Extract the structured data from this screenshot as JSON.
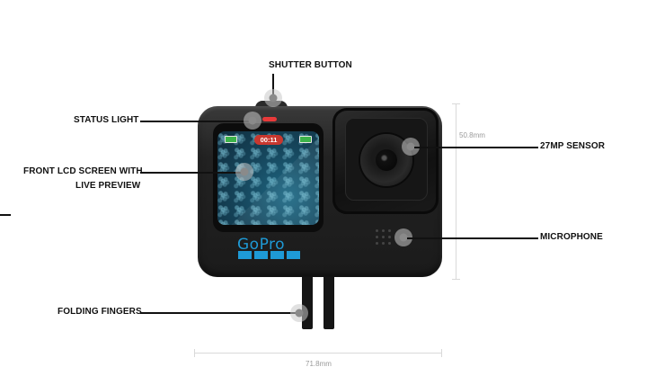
{
  "diagram": {
    "subject": "GoPro action camera front view",
    "callouts": [
      {
        "id": "shutter-button",
        "label": "SHUTTER BUTTON"
      },
      {
        "id": "status-light",
        "label": "STATUS LIGHT"
      },
      {
        "id": "front-lcd",
        "label_line1": "FRONT LCD SCREEN WITH",
        "label_line2": "LIVE PREVIEW"
      },
      {
        "id": "sensor",
        "label": "27MP SENSOR"
      },
      {
        "id": "microphone",
        "label": "MICROPHONE"
      },
      {
        "id": "folding-fingers",
        "label": "FOLDING FINGERS"
      }
    ],
    "dimensions": {
      "height": "50.8mm",
      "width": "71.8mm"
    },
    "screen": {
      "recording_time": "00:11"
    },
    "logo": "GoPro",
    "colors": {
      "logo_blue": "#1e9ad6",
      "status_led": "#e83a3a",
      "battery_green": "#3cb34a",
      "rec_badge": "#c8382f"
    }
  }
}
